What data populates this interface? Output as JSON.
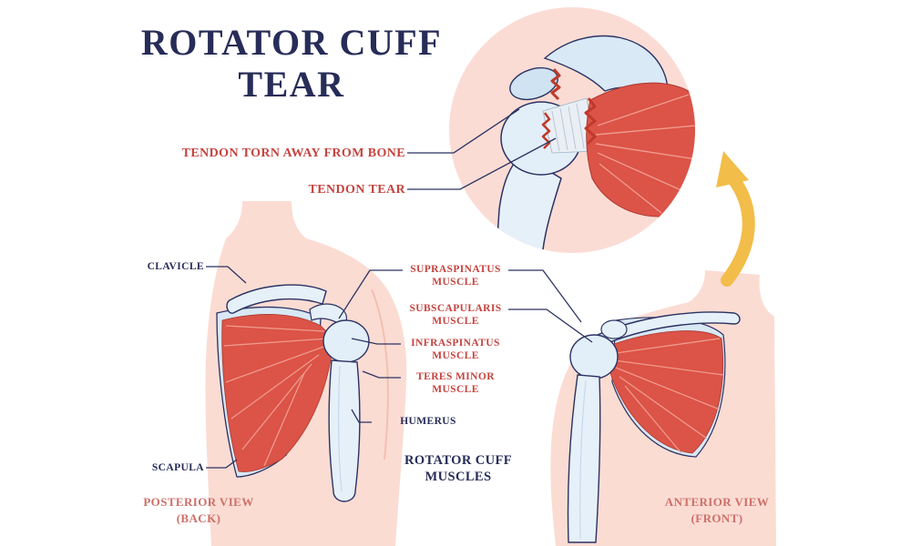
{
  "title": {
    "line1": "ROTATOR CUFF",
    "line2": "TEAR"
  },
  "inset_labels": {
    "tendon_torn": "TENDON TORN AWAY FROM BONE",
    "tendon_tear": "TENDON TEAR"
  },
  "anatomy_labels": {
    "clavicle": "CLAVICLE",
    "scapula": "SCAPULA",
    "supraspinatus": "SUPRASPINATUS MUSCLE",
    "subscapularis": "SUBSCAPULARIS MUSCLE",
    "infraspinatus": "INFRASPINATUS MUSCLE",
    "teres_minor": "TERES MINOR MUSCLE",
    "humerus": "HUMERUS",
    "rotator_cuff": "ROTATOR CUFF MUSCLES"
  },
  "captions": {
    "posterior": "POSTERIOR VIEW",
    "posterior_sub": "(BACK)",
    "anterior": "ANTERIOR VIEW",
    "anterior_sub": "(FRONT)"
  },
  "colors": {
    "title_navy": "#272c58",
    "label_red": "#c4443f",
    "caption_pink": "#ce6f68",
    "skin": "#fbdcd3",
    "bone": "#e6f0f9",
    "muscle_red": "#dc5347",
    "arrow_yellow": "#f2bd49"
  }
}
